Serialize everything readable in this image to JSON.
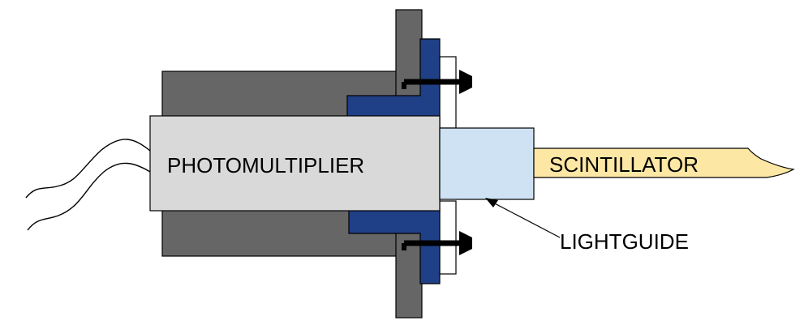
{
  "labels": {
    "photomultiplier": "PHOTOMULTIPLIER",
    "scintillator": "SCINTILLATOR",
    "lightguide": "LIGHTGUIDE"
  },
  "colors": {
    "housing": "#666666",
    "mount": "#1f3f86",
    "tube": "#d9d9d9",
    "lightguide": "#cfe2f3",
    "scintillator": "#fde7a4",
    "outline": "#000000",
    "background": "#ffffff"
  },
  "icons": {
    "bolt": "bolt-icon",
    "leader-arrow": "arrow-icon"
  }
}
